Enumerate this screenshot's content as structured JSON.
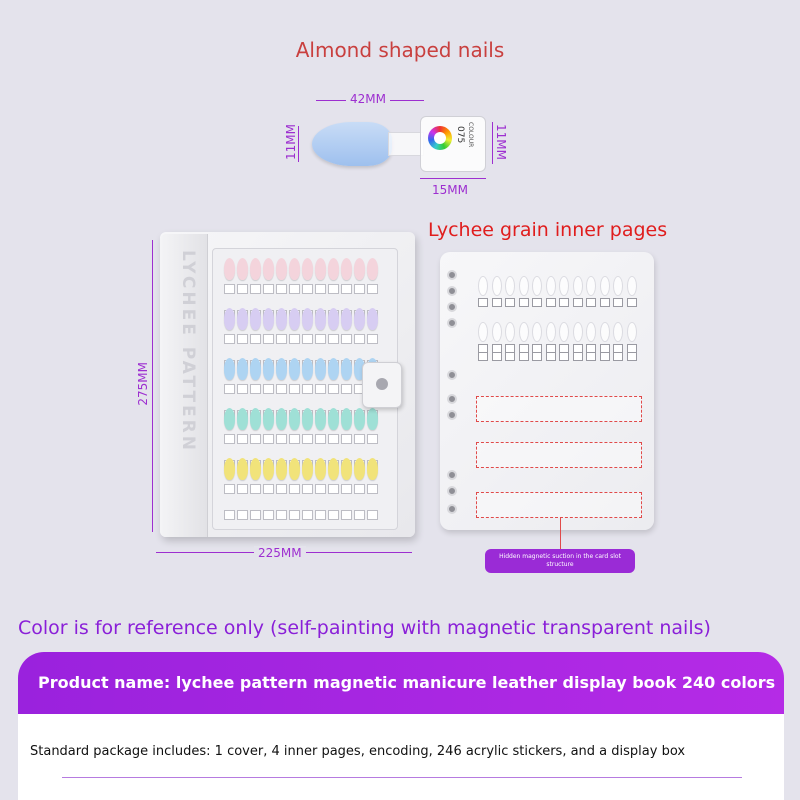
{
  "titles": {
    "almond": "Almond shaped nails",
    "lychee": "Lychee grain inner pages"
  },
  "dimensions": {
    "tip_length": "42MM",
    "tip_width_left": "11MM",
    "tip_width_right": "11MM",
    "tab_width": "15MM",
    "book_height": "275MM",
    "book_width": "225MM"
  },
  "sample_tip": {
    "number": "075",
    "label": "COLOUR",
    "color": "#a8c8f2"
  },
  "book": {
    "spine_text": "LYCHEE PATTERN",
    "nail_rows": [
      {
        "color": "#f4d4dc"
      },
      {
        "color": "#d7cdf2"
      },
      {
        "color": "#aed4f2"
      },
      {
        "color": "#9fe0d6"
      },
      {
        "color": "#f1e37a"
      }
    ]
  },
  "magnet_note": "Hidden magnetic suction in the card slot structure",
  "reference_note": "Color is for reference only (self-painting with magnetic transparent nails)",
  "product": {
    "name": "Product name: lychee pattern magnetic manicure leather display book 240 colors",
    "package": "Standard package includes: 1 cover, 4 inner pages, encoding, 246 acrylic stickers, and a display box"
  },
  "colors": {
    "accent_purple": "#9a22dd",
    "title_red": "#e01d1d"
  }
}
